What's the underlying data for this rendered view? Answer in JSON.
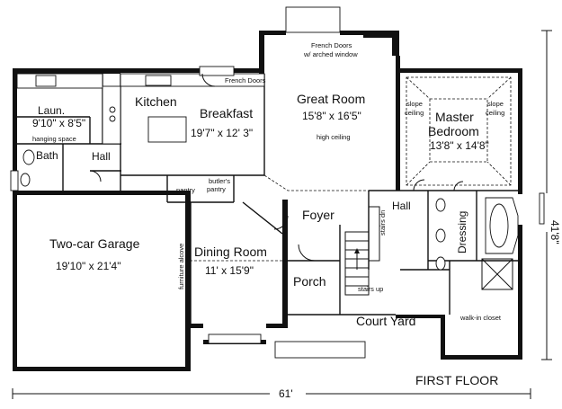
{
  "plan_title": "FIRST FLOOR",
  "dimensions": {
    "width": "61'",
    "depth": "41'8\""
  },
  "rooms": {
    "laundry": {
      "name": "Laun.",
      "size": "9'10\" x 8'5\"",
      "note": "hanging space"
    },
    "kitchen": {
      "name": "Kitchen"
    },
    "breakfast": {
      "name": "Breakfast",
      "size": "19'7\" x 12' 3\""
    },
    "great_room": {
      "name": "Great Room",
      "size": "15'8\" x 16'5\"",
      "note": "high ceiling"
    },
    "master_bedroom": {
      "name": "Master",
      "name2": "Bedroom",
      "size": "13'8\" x 14'8\"",
      "slope_left": "slope",
      "slope_left2": "ceiling",
      "slope_right": "slope",
      "slope_right2": "ceiling"
    },
    "bath": {
      "name": "Bath"
    },
    "hall_left": {
      "name": "Hall"
    },
    "hall_right": {
      "name": "Hall"
    },
    "foyer": {
      "name": "Foyer"
    },
    "dressing": {
      "name": "Dressing"
    },
    "garage": {
      "name": "Two-car Garage",
      "size": "19'10\" x 21'4\""
    },
    "dining": {
      "name": "Dining Room",
      "size": "11' x 15'9\"",
      "note": "furniture alcove"
    },
    "porch": {
      "name": "Porch"
    },
    "court_yard": {
      "name": "Court Yard"
    },
    "walk_in_closet": {
      "name": "walk-in closet"
    },
    "pantry": {
      "name": "pantry"
    },
    "butlers_pantry": {
      "name": "butler's",
      "name2": "pantry"
    }
  },
  "annotations": {
    "french_doors_kitchen": "French Doors",
    "french_doors_great": "French Doors",
    "arched_window": "w/ arched window",
    "stairs_up": "stairs up",
    "stairs_dn": "stairs dn"
  }
}
